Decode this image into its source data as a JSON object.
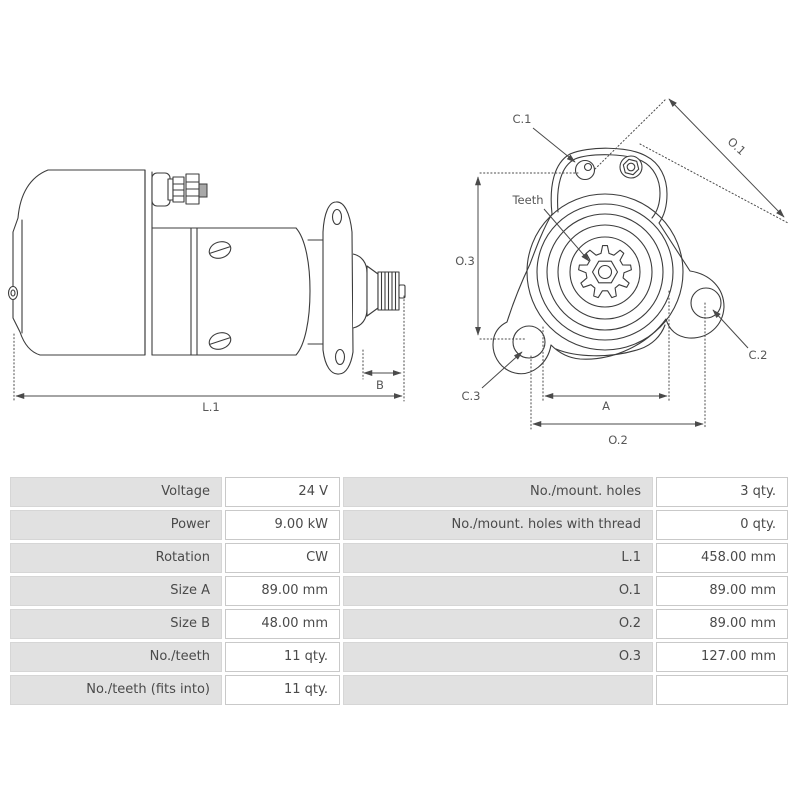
{
  "drawing": {
    "stroke_color": "#3c3c3c",
    "dimension_color": "#4a4a4a",
    "label_color": "#575757",
    "side_view": {
      "l1": "L.1",
      "b": "B"
    },
    "front_view": {
      "c1": "C.1",
      "c2": "C.2",
      "c3": "C.3",
      "o1": "O.1",
      "o2": "O.2",
      "o3": "O.3",
      "a": "A",
      "teeth": "Teeth"
    }
  },
  "spec_table": {
    "colors": {
      "label_bg": "#e1e1e1",
      "value_bg": "#ffffff",
      "border": "#c9c9c9",
      "text": "#4a4a4a"
    },
    "rows": [
      {
        "left_label": "Voltage",
        "left_value": "24 V",
        "right_label": "No./mount. holes",
        "right_value": "3 qty."
      },
      {
        "left_label": "Power",
        "left_value": "9.00 kW",
        "right_label": "No./mount. holes with thread",
        "right_value": "0 qty."
      },
      {
        "left_label": "Rotation",
        "left_value": "CW",
        "right_label": "L.1",
        "right_value": "458.00 mm"
      },
      {
        "left_label": "Size A",
        "left_value": "89.00 mm",
        "right_label": "O.1",
        "right_value": "89.00 mm"
      },
      {
        "left_label": "Size B",
        "left_value": "48.00 mm",
        "right_label": "O.2",
        "right_value": "89.00 mm"
      },
      {
        "left_label": "No./teeth",
        "left_value": "11 qty.",
        "right_label": "O.3",
        "right_value": "127.00 mm"
      },
      {
        "left_label": "No./teeth (fits into)",
        "left_value": "11 qty.",
        "right_label": "",
        "right_value": ""
      }
    ]
  }
}
